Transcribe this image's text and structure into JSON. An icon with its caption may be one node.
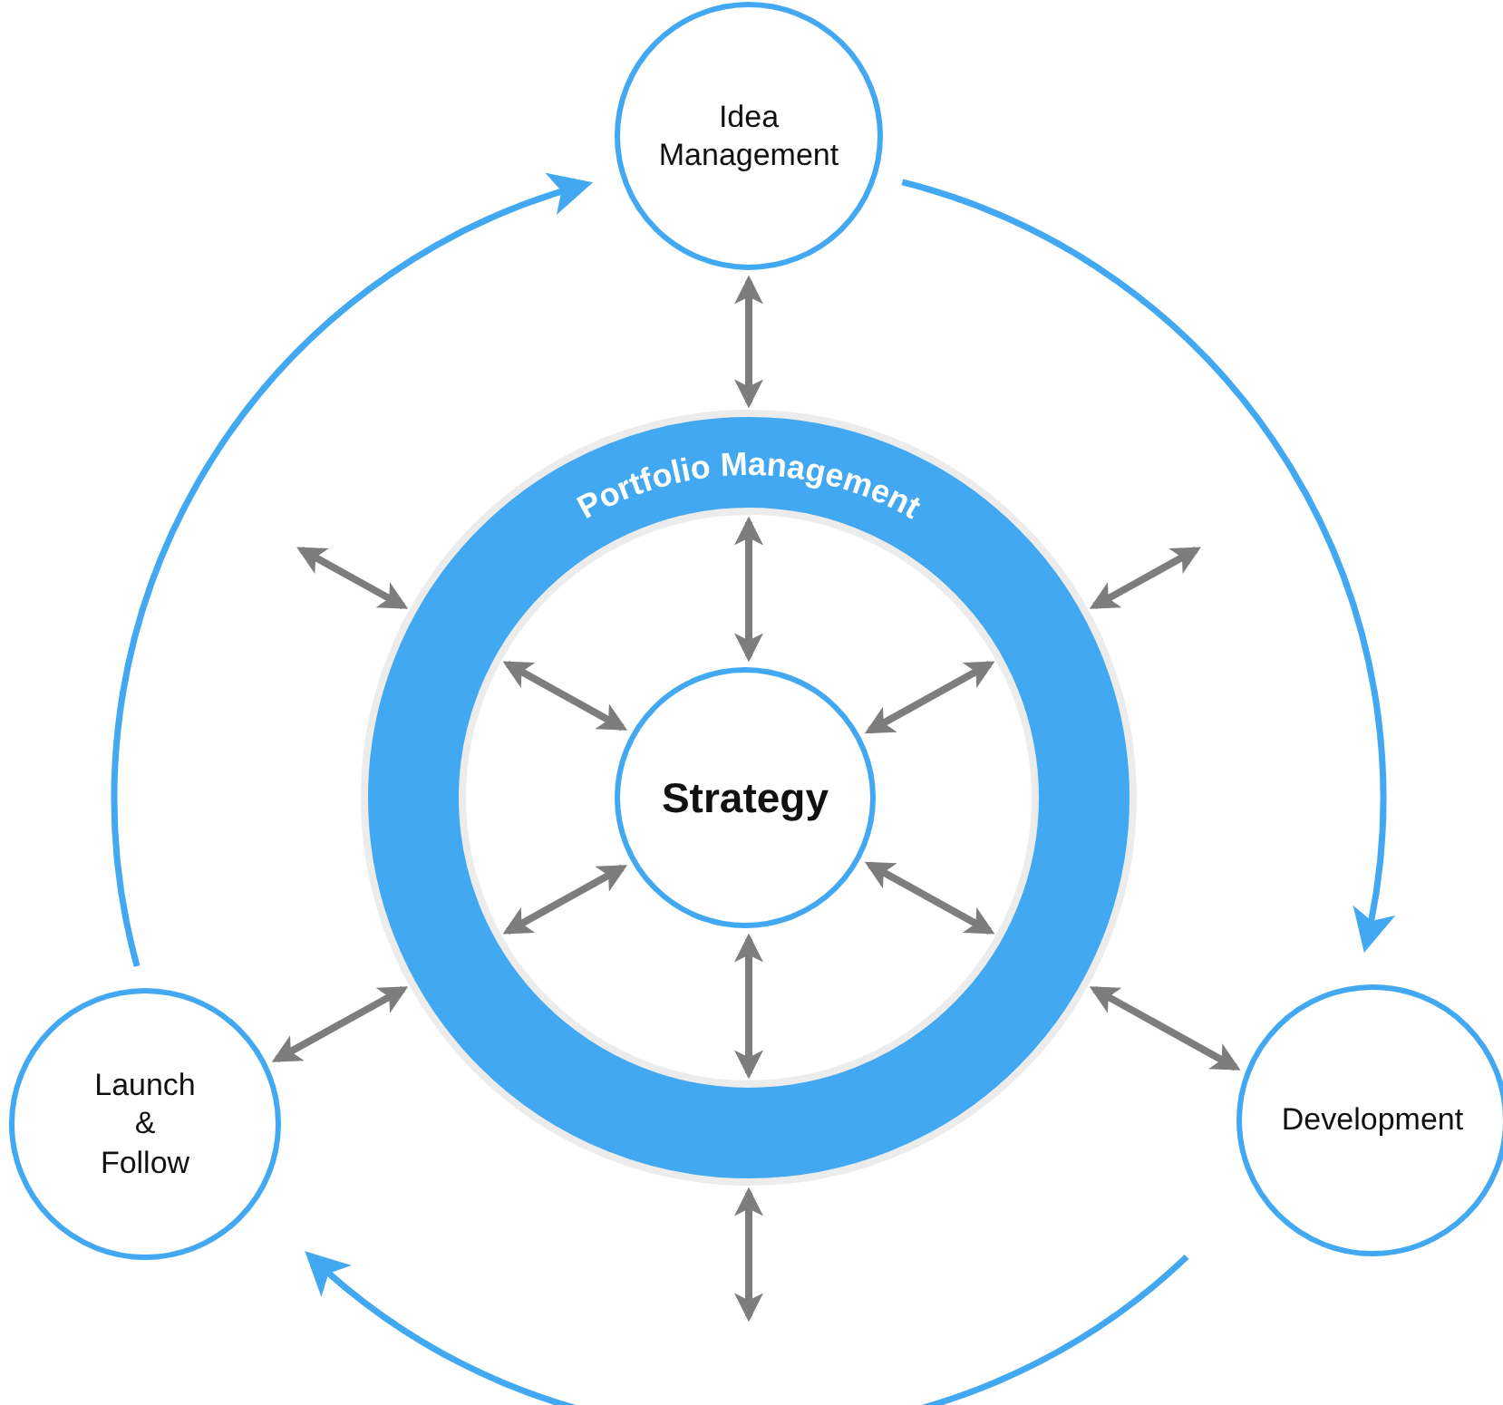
{
  "diagram": {
    "nodes": [
      {
        "text": [
          "Idea Management"
        ]
      },
      {
        "text": [
          "Portfolio Management"
        ]
      },
      {
        "text": [
          "Strategy"
        ],
        "in": 1
      },
      {
        "text": [
          "Development"
        ]
      },
      {
        "text": [
          "Launch & Follow"
        ]
      }
    ],
    "edges": [
      {
        "from": 1,
        "to": 0,
        "arrow": "both"
      },
      {
        "from": 1,
        "to": 2,
        "arrow": "both"
      },
      {
        "from": 1,
        "to": 2,
        "arrow": "both"
      },
      {
        "from": 1,
        "to": 2,
        "arrow": "both"
      },
      {
        "from": 1,
        "to": 2,
        "arrow": "both"
      },
      {
        "from": 1,
        "to": 2,
        "arrow": "both"
      },
      {
        "from": 1,
        "to": 2,
        "arrow": "both"
      },
      {
        "from": 1,
        "to": null,
        "arrow": "both"
      },
      {
        "from": 1,
        "to": null,
        "arrow": "both"
      },
      {
        "from": 1,
        "to": 4,
        "arrow": "both"
      },
      {
        "from": 1,
        "to": 3,
        "arrow": "both"
      },
      {
        "from": 1,
        "to": null,
        "arrow": "both"
      },
      {
        "from": 0,
        "to": 3,
        "arrow": "to",
        "color": "#42a8f2"
      },
      {
        "from": 3,
        "to": 4,
        "arrow": "to",
        "color": "#42a8f2"
      },
      {
        "from": 4,
        "to": 0,
        "arrow": "to",
        "color": "#42a8f2"
      }
    ]
  }
}
